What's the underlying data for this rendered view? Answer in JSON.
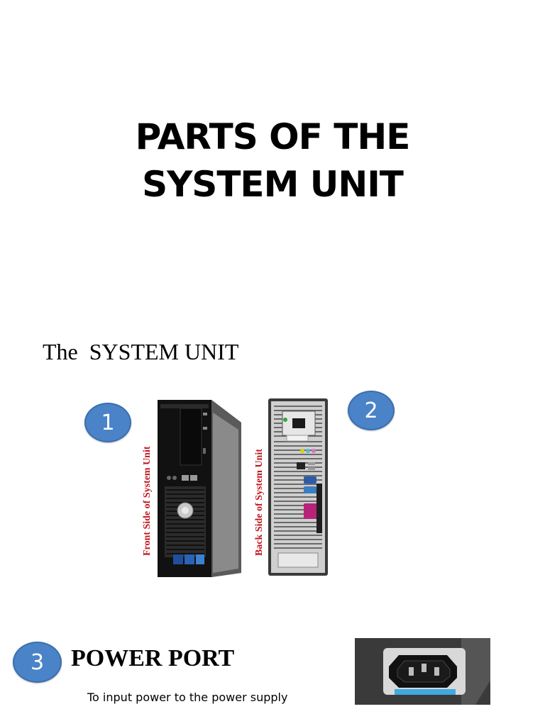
{
  "slide": {
    "title_line1": "PARTS OF THE",
    "title_line2": "SYSTEM UNIT"
  },
  "section": {
    "heading": "The  SYSTEM UNIT"
  },
  "figure": {
    "front_caption": "Front Side of System Unit",
    "back_caption": "Back Side of System Unit",
    "caption_color": "#c0161e"
  },
  "badges": {
    "one": "1",
    "two": "2",
    "three": "3",
    "color": "#4a83c7"
  },
  "power_port": {
    "heading": "POWER PORT",
    "description": "To input power to the power supply"
  }
}
